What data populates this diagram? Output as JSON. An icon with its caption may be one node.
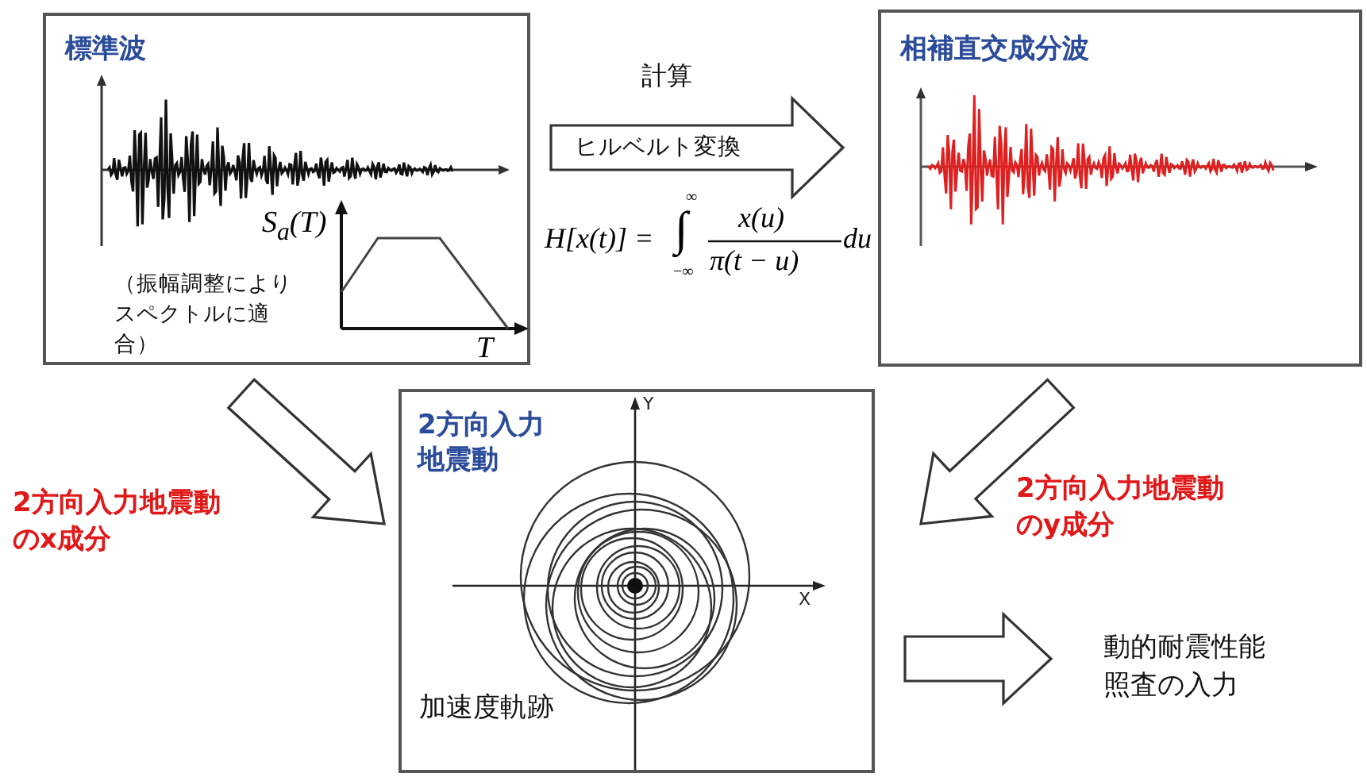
{
  "diagram": {
    "nodes": [
      {
        "text": [
          "標準波",
          "（振幅調整によりスペクトルに適合）"
        ]
      },
      {
        "text": [
          "相補直交成分波"
        ]
      },
      {
        "text": [
          "2方向入力地震動",
          "加速度軌跡"
        ]
      },
      {
        "text": [
          "動的耐震性能照査の入力"
        ]
      }
    ],
    "edges": [
      {
        "from": 0,
        "to": 1,
        "arrow": "to",
        "label": "ヒルベルト変換"
      },
      {
        "from": 0,
        "to": 2,
        "arrow": "to",
        "label": "2方向入力地震動のx成分"
      },
      {
        "from": 1,
        "to": 2,
        "arrow": "to",
        "label": "2方向入力地震動のy成分"
      },
      {
        "from": 2,
        "to": 3,
        "arrow": "to"
      }
    ],
    "labels": [
      "計算",
      "H[x(t)] =",
      "∫",
      "∞",
      "−∞",
      "x(u)",
      "π(t − u)",
      "du",
      "S$_{a}$(T)",
      "T",
      "Y",
      "X"
    ]
  }
}
